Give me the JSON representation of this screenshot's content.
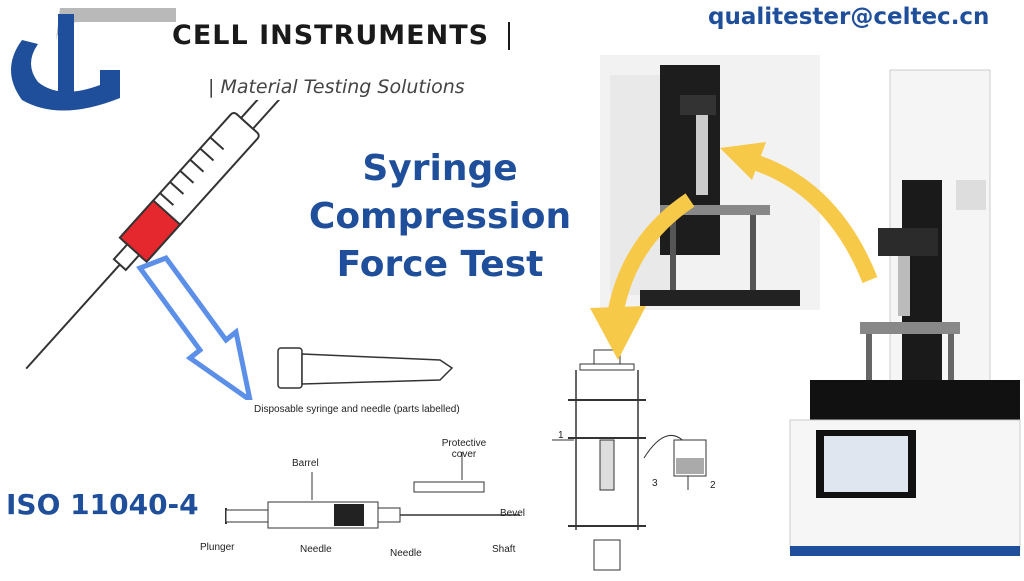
{
  "header": {
    "brand_name": "CELL INSTRUMENTS",
    "tagline": "| Material Testing Solutions",
    "email": "qualitester@celtec.cn"
  },
  "title_lines": [
    "Syringe",
    "Compression",
    "Force Test"
  ],
  "standard": "ISO 11040-4",
  "diagram": {
    "caption": "Disposable syringe and needle (parts labelled)",
    "labels": {
      "barrel": "Barrel",
      "protective_cover": "Protective cover",
      "plunger": "Plunger",
      "needle_1": "Needle",
      "needle_2": "Needle",
      "bevel": "Bevel",
      "shaft": "Shaft"
    }
  },
  "schematic": {
    "labels": [
      "1",
      "2",
      "3"
    ]
  },
  "colors": {
    "brand_blue": "#1f4e9b",
    "arrow_yellow": "#f7c948",
    "syringe_red": "#e5282e",
    "arrow_blue": "#5b8fe8"
  }
}
